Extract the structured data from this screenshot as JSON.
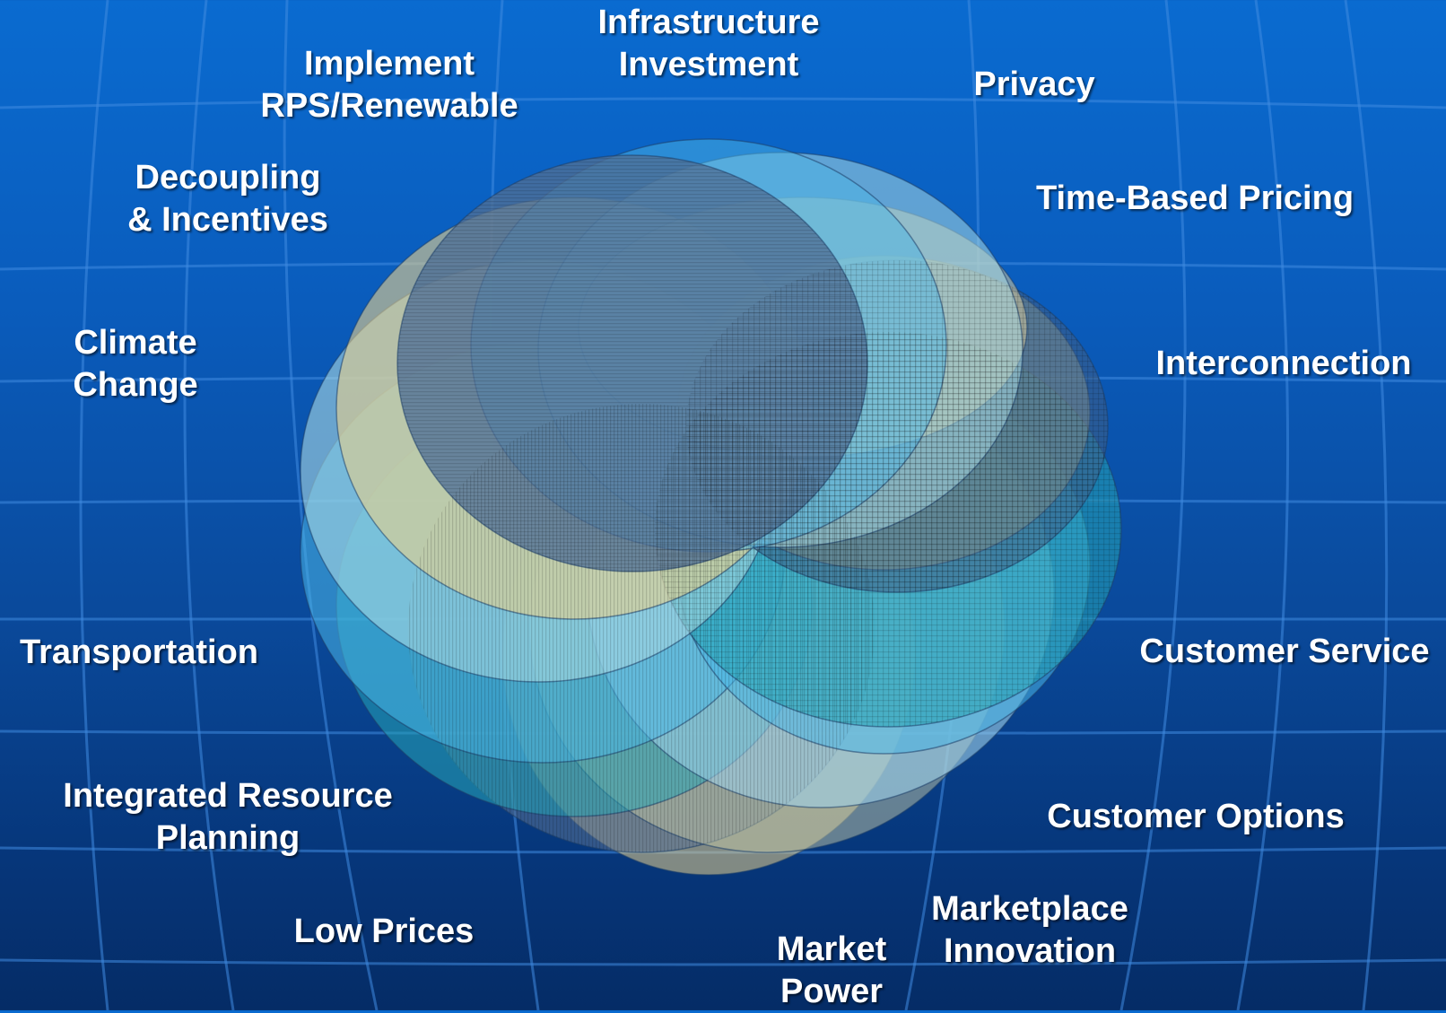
{
  "labels": {
    "infrastructure": [
      "Infrastructure",
      "Investment"
    ],
    "implement": [
      "Implement",
      "RPS/Renewable"
    ],
    "privacy": [
      "Privacy"
    ],
    "decoupling": [
      "Decoupling",
      "& Incentives"
    ],
    "time_based": [
      "Time-Based Pricing"
    ],
    "climate": [
      "Climate",
      "Change"
    ],
    "interconnection": [
      "Interconnection"
    ],
    "transportation": [
      "Transportation"
    ],
    "customer_service": [
      "Customer Service"
    ],
    "irp": [
      "Integrated Resource",
      "Planning"
    ],
    "customer_options": [
      "Customer Options"
    ],
    "low_prices": [
      "Low Prices"
    ],
    "marketplace": [
      "Marketplace",
      "Innovation"
    ],
    "market_power": [
      "Market",
      "Power"
    ]
  },
  "colors": {
    "background_top": "#0a6bd0",
    "background_bottom": "#052c66",
    "grid_line": "#3f8be0",
    "label_text": "#ffffff",
    "ring_gray_blue": "#4f6f96",
    "ring_tan": "#e8d08c",
    "ring_light_blue": "#9fd1e8",
    "ring_sky": "#4bb6e6",
    "ring_teal": "#26a6b6",
    "ring_khaki": "#bfc08c"
  }
}
